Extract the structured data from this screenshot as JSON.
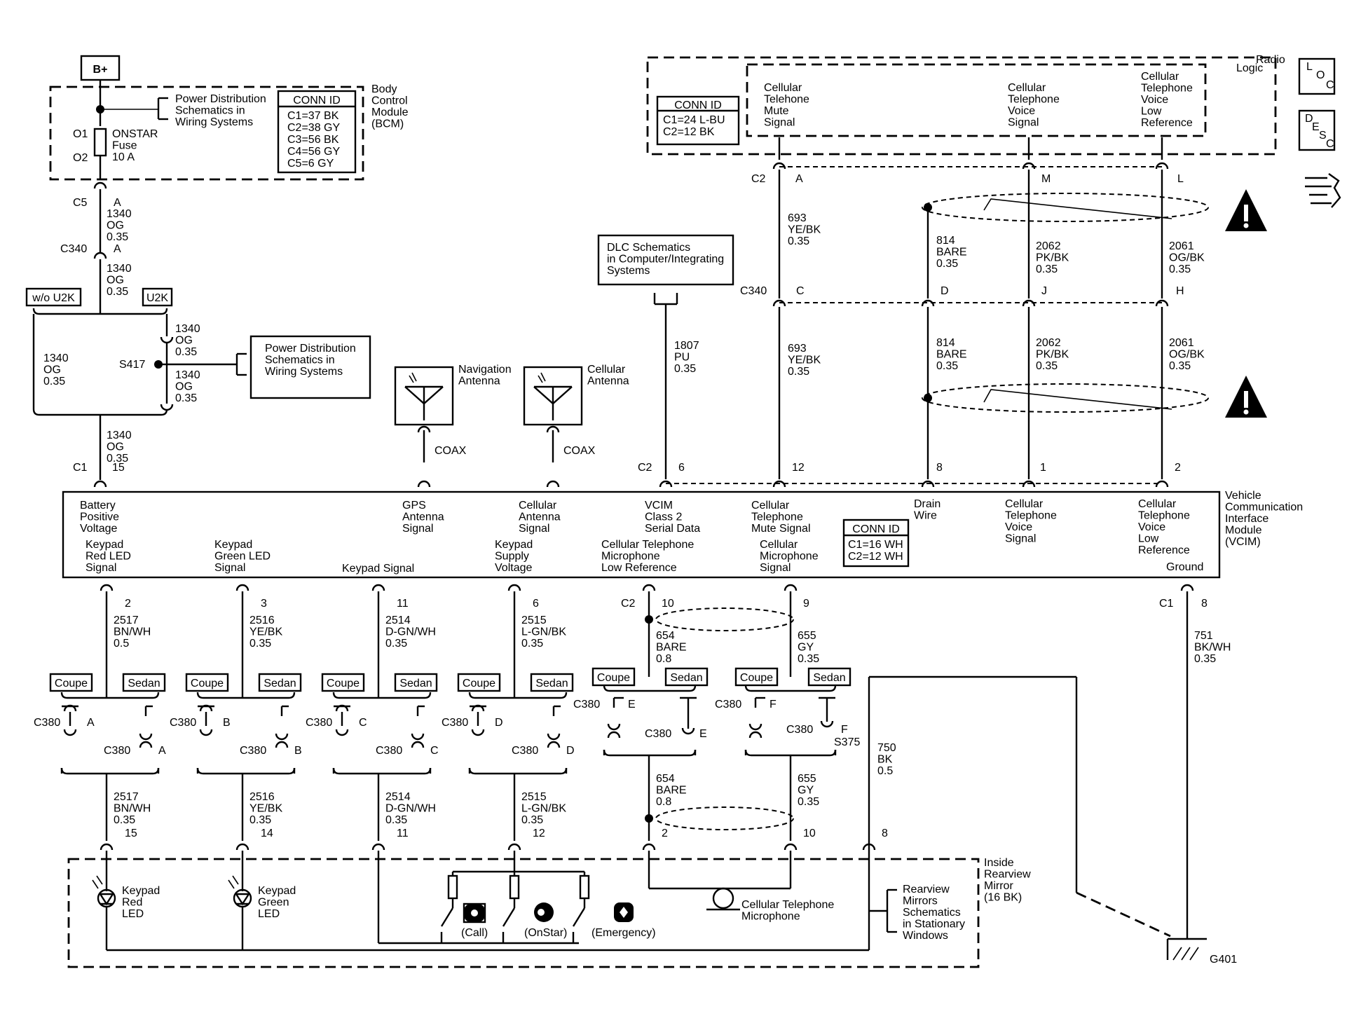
{
  "modules": {
    "bplus": "B+",
    "bcm": [
      "Body",
      "Control",
      "Module",
      "(BCM)"
    ],
    "radio": "Radio",
    "logic": "Logic",
    "vcim": [
      "Vehicle",
      "Communication",
      "Interface",
      "Module",
      "(VCIM)"
    ],
    "mirror": [
      "Inside",
      "Rearview",
      "Mirror",
      "(16 BK)"
    ]
  },
  "fuse": {
    "pin1": "O1",
    "pin2": "O2",
    "lines": [
      "ONSTAR",
      "Fuse",
      "10 A"
    ]
  },
  "bcm_conn": {
    "title": "CONN ID",
    "lines": [
      "C1=37 BK",
      "C2=38 GY",
      "C3=56 BK",
      "C4=56 GY",
      "C5=6 GY"
    ]
  },
  "radio_conn": {
    "title": "CONN ID",
    "lines": [
      "C1=24 L-BU",
      "C2=12 BK"
    ]
  },
  "vcim_conn": {
    "title": "CONN ID",
    "lines": [
      "C1=16 WH",
      "C2=12 WH"
    ]
  },
  "refs": {
    "power1": [
      "Power Distribution",
      "Schematics in",
      "Wiring Systems"
    ],
    "power2": [
      "Power Distribution",
      "Schematics in",
      "Wiring Systems"
    ],
    "dlc": [
      "DLC Schematics",
      "in Computer/Integrating",
      "Systems"
    ],
    "rearview": [
      "Rearview",
      "Mirrors",
      "Schematics",
      "in Stationary",
      "Windows"
    ]
  },
  "radio_signals": {
    "mute": [
      "Cellular",
      "Telehone",
      "Mute",
      "Signal"
    ],
    "voice": [
      "Cellular",
      "Telephone",
      "Voice",
      "Signal"
    ],
    "low": [
      "Cellular",
      "Telephone",
      "Voice",
      "Low",
      "Reference"
    ]
  },
  "vcim_top": {
    "battery": [
      "Battery",
      "Positive",
      "Voltage"
    ],
    "gps": [
      "GPS",
      "Antenna",
      "Signal"
    ],
    "cell_ant": [
      "Cellular",
      "Antenna",
      "Signal"
    ],
    "vcim_serial": [
      "VCIM",
      "Class 2",
      "Serial Data"
    ],
    "mute": [
      "Cellular",
      "Telephone",
      "Mute Signal"
    ],
    "drain": [
      "Drain",
      "Wire"
    ],
    "voice": [
      "Cellular",
      "Telephone",
      "Voice",
      "Signal"
    ],
    "low": [
      "Cellular",
      "Telephone",
      "Voice",
      "Low",
      "Reference"
    ]
  },
  "vcim_bottom": {
    "red": [
      "Keypad",
      "Red LED",
      "Signal"
    ],
    "green": [
      "Keypad",
      "Green LED",
      "Signal"
    ],
    "keypad": [
      "Keypad Signal"
    ],
    "supply": [
      "Keypad",
      "Supply",
      "Voltage"
    ],
    "mic_low": [
      "Cellular Telephone",
      "Microphone",
      "Low Reference"
    ],
    "mic_sig": [
      "Cellular",
      "Microphone",
      "Signal"
    ],
    "ground": [
      "Ground"
    ]
  },
  "antennas": {
    "nav": [
      "Navigation",
      "Antenna"
    ],
    "cell": [
      "Cellular",
      "Antenna"
    ],
    "coax": "COAX"
  },
  "options": {
    "wo_u2k": "w/o U2K",
    "u2k": "U2K",
    "coupe": "Coupe",
    "sedan": "Sedan"
  },
  "splice": {
    "s417": "S417",
    "s375": "S375"
  },
  "ground": {
    "g401": "G401"
  },
  "mirror_parts": {
    "red_led": [
      "Keypad",
      "Red",
      "LED"
    ],
    "green_led": [
      "Keypad",
      "Green",
      "LED"
    ],
    "mic": [
      "Cellular Telephone",
      "Microphone"
    ],
    "call": "(Call)",
    "onstar": "(OnStar)",
    "emergency": "(Emergency)"
  },
  "connectors": {
    "c5": "C5",
    "c340": "C340",
    "c1": "C1",
    "c2": "C2",
    "c380": "C380"
  },
  "pins": {
    "bcm_a": "A",
    "c340_a": "A",
    "vcim_15": "15",
    "vcim_6": "6",
    "vcim_12": "12",
    "vcim_8": "8",
    "vcim_1": "1",
    "vcim_2": "2",
    "radio_a": "A",
    "radio_m": "M",
    "radio_l": "L",
    "c340_c": "C",
    "c340_d": "D",
    "c340_j": "J",
    "c340_h": "H",
    "b2": "2",
    "b3": "3",
    "b11": "11",
    "b6": "6",
    "b10": "10",
    "b9": "9",
    "b8": "8",
    "A": "A",
    "B": "B",
    "C": "C",
    "D": "D",
    "E": "E",
    "F": "F",
    "m15": "15",
    "m14": "14",
    "m11": "11",
    "m12": "12",
    "m2": "2",
    "m10": "10",
    "m8": "8"
  },
  "wires": {
    "w1340a": [
      "1340",
      "OG",
      "0.35"
    ],
    "w1340b": [
      "1340",
      "OG",
      "0.35"
    ],
    "w1340c": [
      "1340",
      "OG",
      "0.35"
    ],
    "w1340d": [
      "1340",
      "OG",
      "0.35"
    ],
    "w1340e": [
      "1340",
      "OG",
      "0.35"
    ],
    "w1340f": [
      "1340",
      "OG",
      "0.35"
    ],
    "w1807": [
      "1807",
      "PU",
      "0.35"
    ],
    "w693a": [
      "693",
      "YE/BK",
      "0.35"
    ],
    "w693b": [
      "693",
      "YE/BK",
      "0.35"
    ],
    "w814a": [
      "814",
      "BARE",
      "0.35"
    ],
    "w814b": [
      "814",
      "BARE",
      "0.35"
    ],
    "w2062a": [
      "2062",
      "PK/BK",
      "0.35"
    ],
    "w2062b": [
      "2062",
      "PK/BK",
      "0.35"
    ],
    "w2061a": [
      "2061",
      "OG/BK",
      "0.35"
    ],
    "w2061b": [
      "2061",
      "OG/BK",
      "0.35"
    ],
    "w2517a": [
      "2517",
      "BN/WH",
      "0.5"
    ],
    "w2517b": [
      "2517",
      "BN/WH",
      "0.35"
    ],
    "w2516a": [
      "2516",
      "YE/BK",
      "0.35"
    ],
    "w2516b": [
      "2516",
      "YE/BK",
      "0.35"
    ],
    "w2514a": [
      "2514",
      "D-GN/WH",
      "0.35"
    ],
    "w2514b": [
      "2514",
      "D-GN/WH",
      "0.35"
    ],
    "w2515a": [
      "2515",
      "L-GN/BK",
      "0.35"
    ],
    "w2515b": [
      "2515",
      "L-GN/BK",
      "0.35"
    ],
    "w654a": [
      "654",
      "BARE",
      "0.8"
    ],
    "w654b": [
      "654",
      "BARE",
      "0.8"
    ],
    "w655a": [
      "655",
      "GY",
      "0.35"
    ],
    "w655b": [
      "655",
      "GY",
      "0.35"
    ],
    "w751": [
      "751",
      "BK/WH",
      "0.35"
    ],
    "w750": [
      "750",
      "BK",
      "0.5"
    ]
  },
  "side_icons": {
    "loc": [
      "L",
      "O",
      "C"
    ],
    "desc": [
      "D",
      "E",
      "S",
      "C"
    ]
  },
  "colors": {
    "ink": "#000000",
    "paper": "#ffffff"
  }
}
